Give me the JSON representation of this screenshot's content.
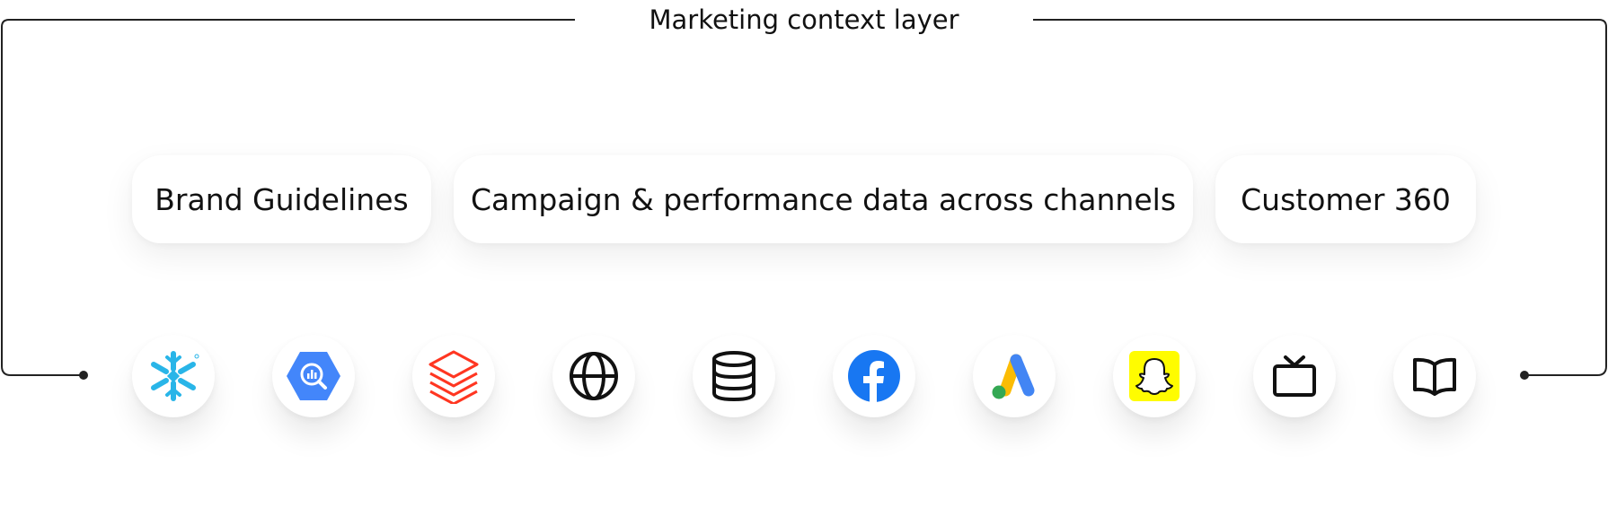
{
  "title": "Marketing context layer",
  "cards": [
    {
      "label": "Brand Guidelines"
    },
    {
      "label": "Campaign & performance data across channels"
    },
    {
      "label": "Customer 360"
    }
  ],
  "icons": [
    {
      "name": "snowflake-icon",
      "color": "#29B5E8"
    },
    {
      "name": "bigquery-icon",
      "color": "#4386FA"
    },
    {
      "name": "databricks-icon",
      "color": "#FF3621"
    },
    {
      "name": "globe-icon",
      "color": "#111111"
    },
    {
      "name": "database-icon",
      "color": "#111111"
    },
    {
      "name": "facebook-icon",
      "color": "#1877F2"
    },
    {
      "name": "google-ads-icon",
      "color": "#4285F4"
    },
    {
      "name": "snapchat-icon",
      "color": "#FFFC00"
    },
    {
      "name": "tv-icon",
      "color": "#111111"
    },
    {
      "name": "book-icon",
      "color": "#111111"
    }
  ],
  "colors": {
    "line": "#222222",
    "card_bg": "#ffffff",
    "text": "#111111"
  }
}
